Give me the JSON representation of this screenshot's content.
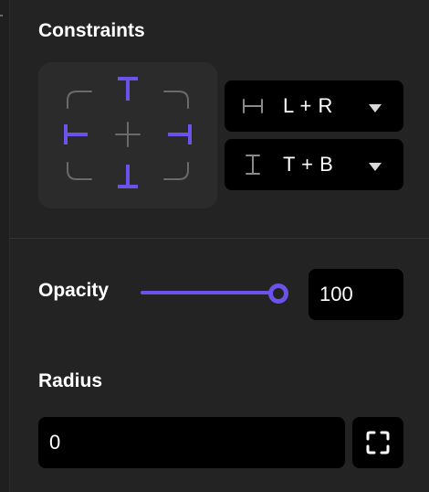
{
  "constraints": {
    "title": "Constraints",
    "horizontal": {
      "value": "L + R",
      "icon": "horizontal-bracket-icon"
    },
    "vertical": {
      "value": "T + B",
      "icon": "vertical-bracket-icon"
    },
    "active_color": "#6b52e8",
    "inactive_color": "#6a6a6a"
  },
  "opacity": {
    "label": "Opacity",
    "value": "100",
    "slider_fraction": 1.0
  },
  "radius": {
    "label": "Radius",
    "value": "0",
    "toggle_icon": "independent-corners-icon"
  }
}
